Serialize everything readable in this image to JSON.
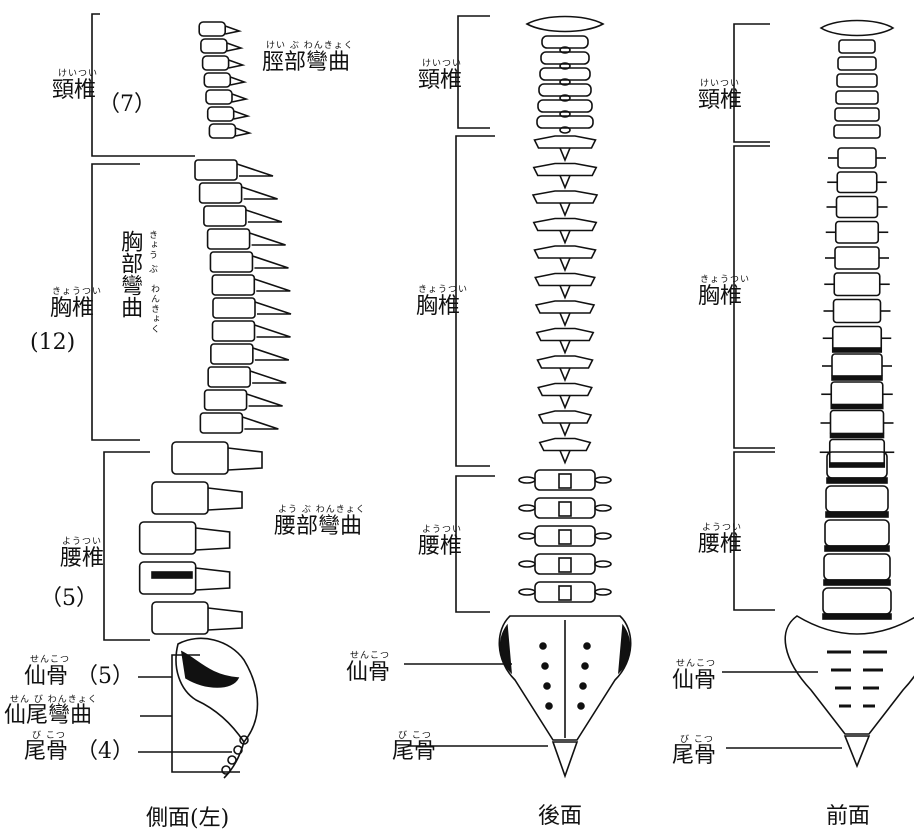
{
  "lateral": {
    "cervical": {
      "ruby": "けいつい",
      "label": "頸椎",
      "count": "（7）"
    },
    "cervical_curve": {
      "ruby": "けい ぶ わんきょく",
      "label": "脛部彎曲"
    },
    "thoracic_curve": {
      "label": "胸部彎曲",
      "ruby1": "きょう ぶ",
      "ruby2": "わんきょく"
    },
    "thoracic": {
      "ruby": "きょうつい",
      "label": "胸椎",
      "count": "(12)"
    },
    "lumbar": {
      "ruby": "ようつい",
      "label": "腰椎",
      "count": "（5）"
    },
    "lumbar_curve": {
      "ruby": "よう ぶ わんきょく",
      "label": "腰部彎曲"
    },
    "sacrum": {
      "ruby": "せんこつ",
      "label": "仙骨",
      "count": "（5）"
    },
    "sacral_curve": {
      "ruby": "せん び わんきょく",
      "label": "仙尾彎曲"
    },
    "coccyx": {
      "ruby": "び こつ",
      "label": "尾骨",
      "count": "（4）"
    },
    "caption": "側面(左)"
  },
  "posterior": {
    "cervical": {
      "ruby": "けいつい",
      "label": "頸椎"
    },
    "thoracic": {
      "ruby": "きょうつい",
      "label": "胸椎"
    },
    "lumbar": {
      "ruby": "ようつい",
      "label": "腰椎"
    },
    "sacrum": {
      "ruby": "せんこつ",
      "label": "仙骨"
    },
    "coccyx": {
      "ruby": "び こつ",
      "label": "尾骨"
    },
    "caption": "後面"
  },
  "anterior": {
    "cervical": {
      "ruby": "けいつい",
      "label": "頸椎"
    },
    "thoracic": {
      "ruby": "きょうつい",
      "label": "胸椎"
    },
    "lumbar": {
      "ruby": "ようつい",
      "label": "腰椎"
    },
    "sacrum": {
      "ruby": "せんこつ",
      "label": "仙骨"
    },
    "coccyx": {
      "ruby": "び こつ",
      "label": "尾骨"
    },
    "caption": "前面"
  }
}
